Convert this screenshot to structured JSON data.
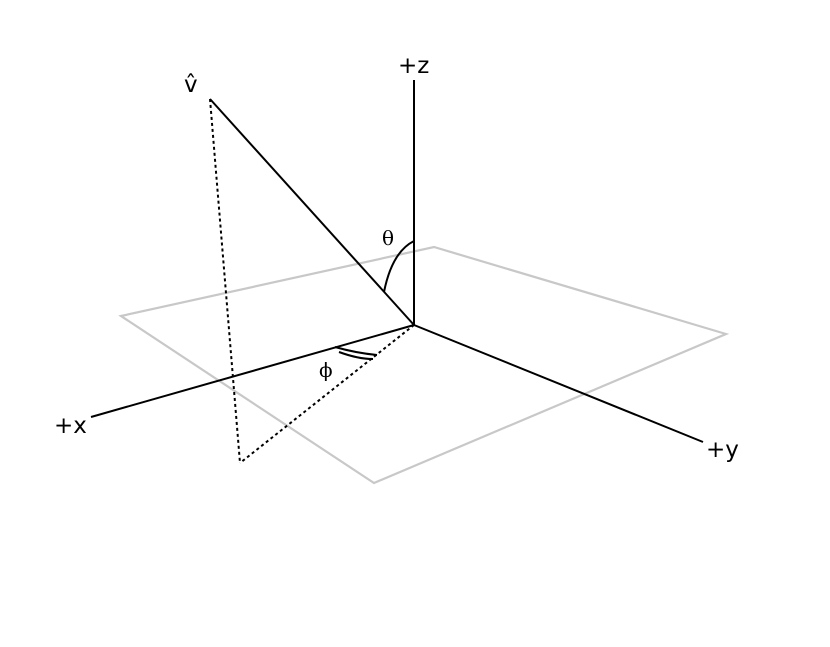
{
  "labels": {
    "x_axis": "+x",
    "y_axis": "+y",
    "z_axis": "+z",
    "vector": "v̂",
    "polar_angle": "θ",
    "azimuth_angle": "ϕ"
  },
  "colors": {
    "plane": "#c8c8c8",
    "lines": "#000000",
    "background": "#ffffff"
  }
}
